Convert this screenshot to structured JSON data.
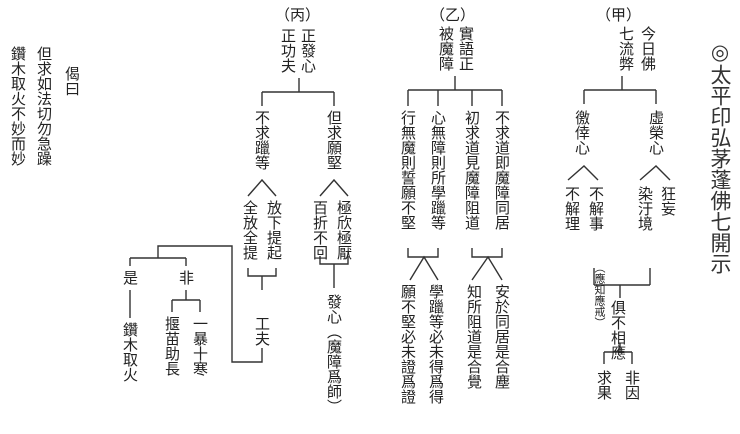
{
  "title": "◎太平印弘茅蓬佛七開示",
  "sections": [
    {
      "id": "jia",
      "marker": "（甲）",
      "heading": [
        "今日佛",
        "七流弊"
      ],
      "branches": [
        "虛榮心",
        "徼倖心"
      ],
      "effects": [
        "狂妄",
        "染汙境",
        "不解事",
        "不解理"
      ],
      "result": "俱不相應",
      "note": "（應知應戒）",
      "final": [
        "非因",
        "求果"
      ]
    },
    {
      "id": "yi",
      "marker": "（乙）",
      "heading": [
        "實語正",
        "被魔障"
      ],
      "branches": [
        "不求道即魔障同居",
        "初求道見魔障阻道",
        "心無障則所學躐等",
        "行無魔則誓願不堅"
      ],
      "results": [
        "安於同居是合塵",
        "知所阻道是合覺",
        "學躐等必未得爲得",
        "願不堅必未證爲證"
      ]
    },
    {
      "id": "bing",
      "marker": "（丙）",
      "heading": [
        "正發心",
        "正功夫"
      ],
      "branches": [
        "但求願堅",
        "不求躐等"
      ],
      "effects": [
        "極欣極厭",
        "百折不回",
        "放下提起",
        "全放全提"
      ],
      "results": [
        "發心（魔障爲師）",
        "工夫"
      ],
      "judge": [
        "非",
        "是"
      ],
      "fei": [
        "一暴十寒",
        "揠苗助長"
      ],
      "shi": "鑽木取火"
    }
  ],
  "verse": {
    "label": "偈曰",
    "lines": [
      "但求如法切勿急躁",
      "鑽木取火不妙而妙"
    ]
  }
}
